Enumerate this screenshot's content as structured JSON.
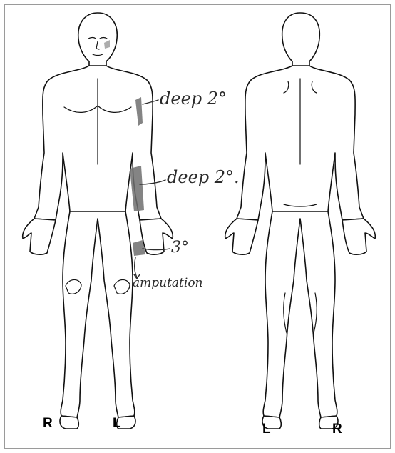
{
  "annotations": {
    "upper_arm": "deep 2°",
    "forearm": "deep 2°.",
    "hand": "3°",
    "hand_note": "amputation"
  },
  "side_labels": {
    "front_right": "R",
    "front_left": "L",
    "back_left": "L",
    "back_right": "R"
  },
  "colors": {
    "line": "#111111",
    "shading": "#6e6e6e",
    "ink": "#2e2e2e",
    "frame": "#9a9a9a"
  }
}
